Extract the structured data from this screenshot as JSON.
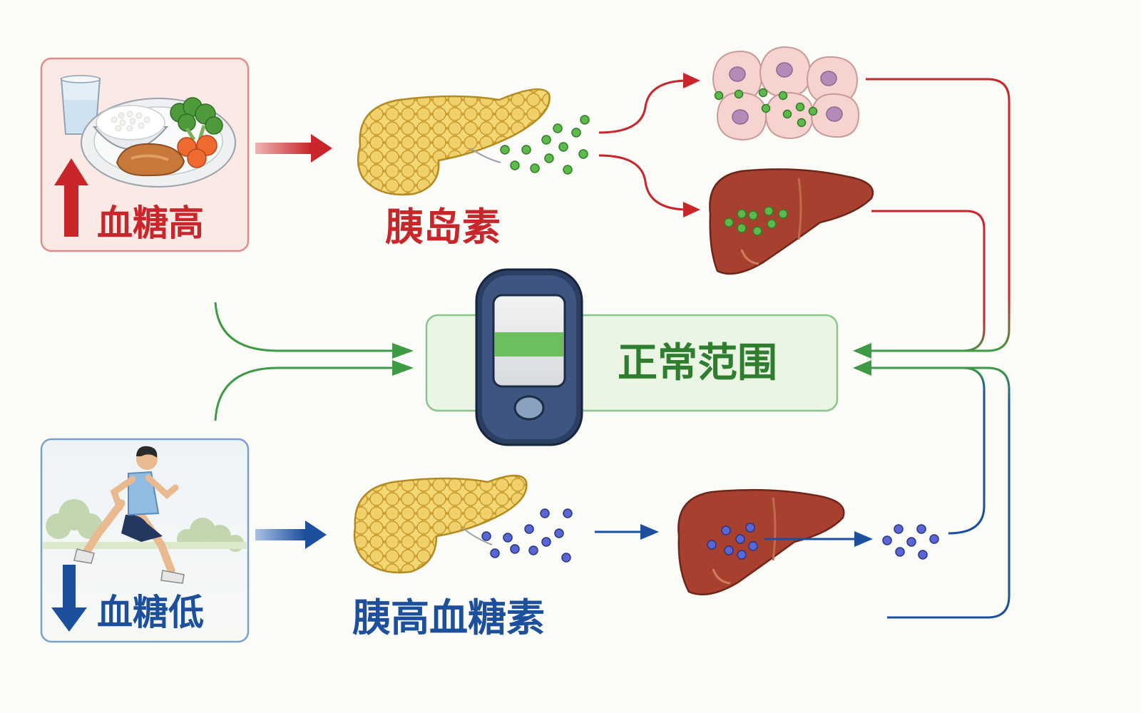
{
  "labels": {
    "high_blood_sugar": "血糖高",
    "insulin": "胰岛素",
    "normal_range": "正常范围",
    "low_blood_sugar": "血糖低",
    "glucagon": "胰高血糖素"
  },
  "colors": {
    "red": "#c8262b",
    "green": "#3e9a44",
    "blue": "#1c4f9c",
    "pancreas": "#e9c24e",
    "liver": "#a8402f"
  },
  "icons": [
    "water-glass-icon",
    "meal-plate-icon",
    "pancreas-icon",
    "insulin-particles-icon",
    "body-cells-icon",
    "liver-icon",
    "glucose-meter-icon",
    "runner-icon",
    "glucagon-particles-icon",
    "glucose-particles-icon"
  ]
}
